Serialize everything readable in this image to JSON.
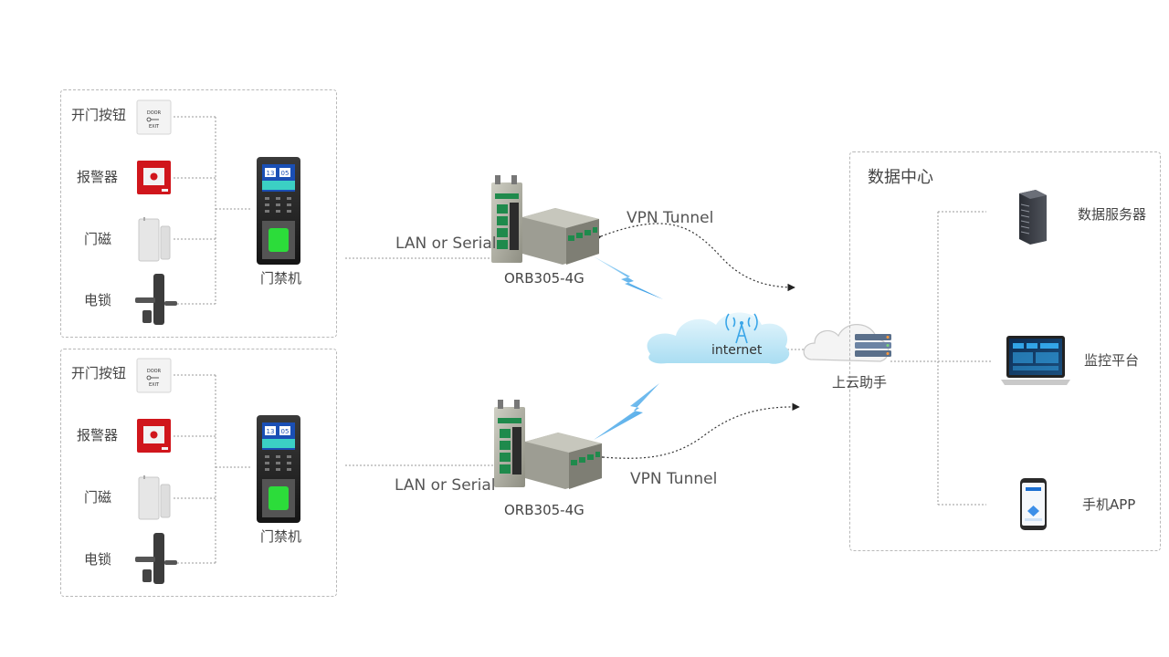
{
  "site_groups": [
    {
      "devices": [
        {
          "label": "开门按钮",
          "icon": "door-exit-button-icon"
        },
        {
          "label": "报警器",
          "icon": "fire-alarm-icon"
        },
        {
          "label": "门磁",
          "icon": "door-sensor-icon"
        },
        {
          "label": "电锁",
          "icon": "electric-lock-icon"
        }
      ],
      "controller": {
        "label": "门禁机",
        "icon": "access-control-terminal-icon",
        "screen_time": [
          "13",
          "05"
        ]
      },
      "link_label": "LAN or Serial",
      "router": {
        "label": "ORB305-4G",
        "icon": "router-icon"
      },
      "tunnel_label": "VPN Tunnel"
    },
    {
      "devices": [
        {
          "label": "开门按钮",
          "icon": "door-exit-button-icon"
        },
        {
          "label": "报警器",
          "icon": "fire-alarm-icon"
        },
        {
          "label": "门磁",
          "icon": "door-sensor-icon"
        },
        {
          "label": "电锁",
          "icon": "electric-lock-icon"
        }
      ],
      "controller": {
        "label": "门禁机",
        "icon": "access-control-terminal-icon",
        "screen_time": [
          "13",
          "05"
        ]
      },
      "link_label": "LAN or Serial",
      "router": {
        "label": "ORB305-4G",
        "icon": "router-icon"
      },
      "tunnel_label": "VPN Tunnel"
    }
  ],
  "internet": {
    "label": "internet",
    "icon": "cloud-antenna-icon"
  },
  "cloud_assistant": {
    "label": "上云助手",
    "icon": "cloud-server-icon"
  },
  "data_center": {
    "title": "数据中心",
    "items": [
      {
        "label": "数据服务器",
        "icon": "server-rack-icon"
      },
      {
        "label": "监控平台",
        "icon": "laptop-dashboard-icon"
      },
      {
        "label": "手机APP",
        "icon": "smartphone-icon"
      }
    ]
  },
  "colors": {
    "dashed_line": "#9a9a9a",
    "lightning": "#3aa6e8",
    "cloud": "#bfe6f6",
    "router_port": "#1f8a4c",
    "alarm_red": "#d0161c"
  },
  "door_button_text": [
    "DOOR",
    "EXIT"
  ]
}
